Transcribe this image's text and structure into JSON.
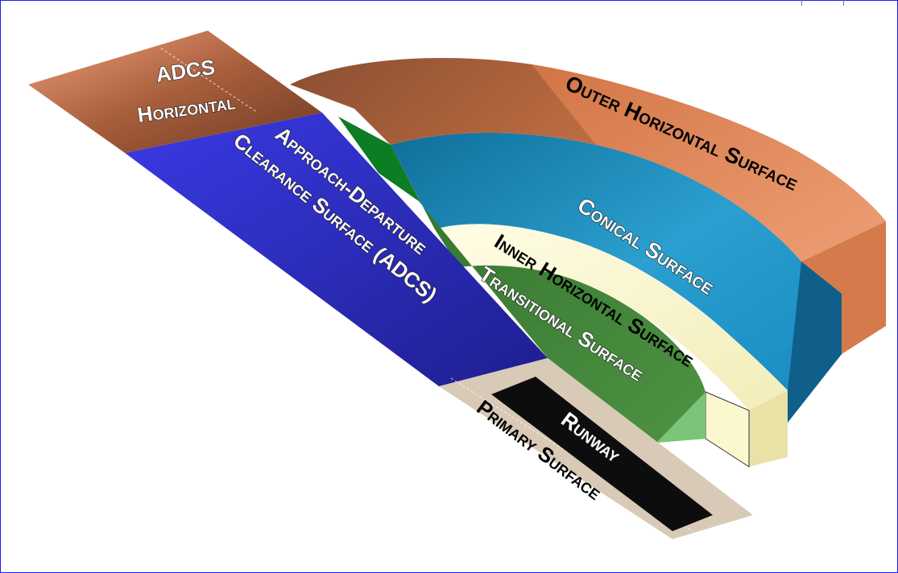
{
  "labels": {
    "adcs_title": "ADCS",
    "adcs_horizontal": "Horizontal",
    "approach_line1": "Approach-Departure",
    "approach_line2": "Clearance Surface (ADCS)",
    "outer_horizontal": "Outer Horizontal Surface",
    "conical": "Conical Surface",
    "inner_horizontal": "Inner Horizontal Surface",
    "transitional": "Transitional Surface",
    "runway": "Runway",
    "primary": "Primary Surface"
  },
  "colors": {
    "frame_border": "#1c1cff",
    "outer_horizontal": "#e0855a",
    "outer_horizontal_top": "#8a4e32",
    "adcs_horizontal": "#a45f3e",
    "conical": "#2f9fcf",
    "inner_horizontal": "#fbf7c8",
    "transitional": "#3e7f36",
    "approach": "#2a2ad0",
    "primary": "#d8c8b4",
    "runway": "#111111"
  }
}
